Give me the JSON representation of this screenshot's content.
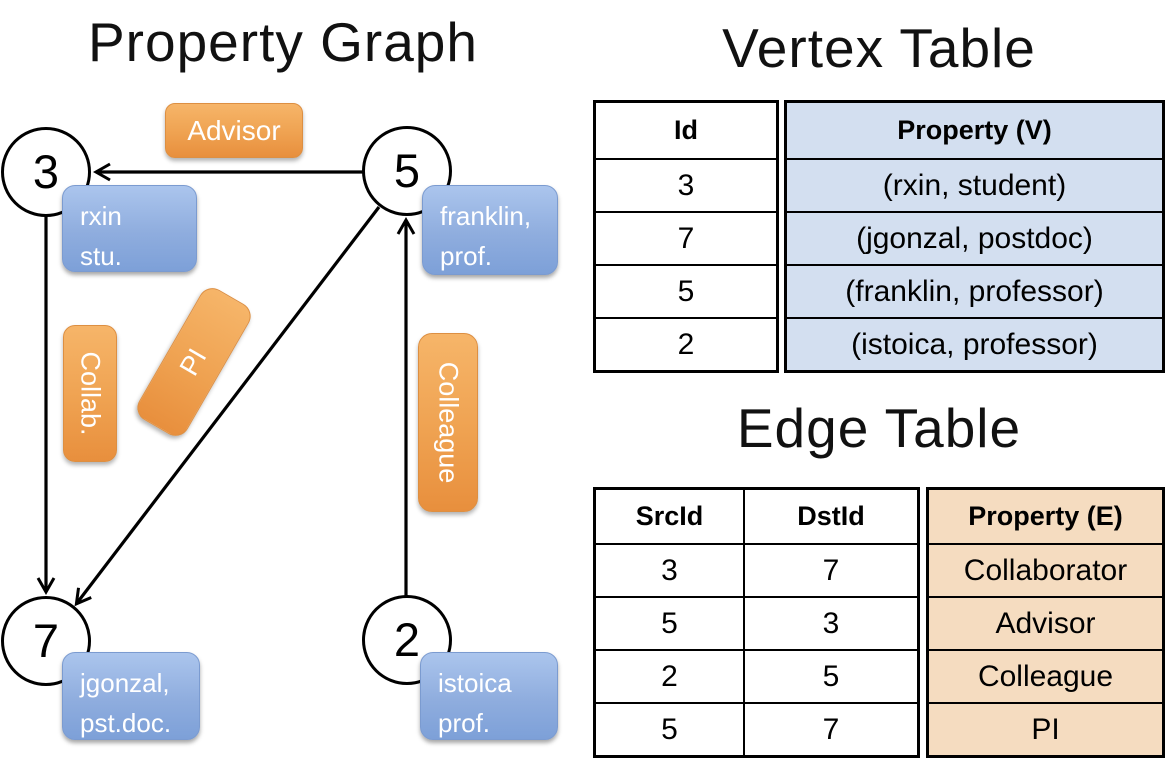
{
  "graph": {
    "title": "Property Graph",
    "nodes": [
      {
        "id": "3",
        "line1": "rxin",
        "line2": "stu."
      },
      {
        "id": "5",
        "line1": "franklin,",
        "line2": "prof."
      },
      {
        "id": "7",
        "line1": "jgonzal,",
        "line2": "pst.doc."
      },
      {
        "id": "2",
        "line1": "istoica",
        "line2": "prof."
      }
    ],
    "edge_labels": {
      "advisor": "Advisor",
      "collab": "Collab.",
      "pi": "PI",
      "colleague": "Colleague"
    }
  },
  "vertex_table": {
    "title": "Vertex Table",
    "columns": {
      "id": "Id",
      "property": "Property (V)"
    },
    "rows": [
      {
        "id": "3",
        "property": "(rxin, student)"
      },
      {
        "id": "7",
        "property": "(jgonzal, postdoc)"
      },
      {
        "id": "5",
        "property": "(franklin, professor)"
      },
      {
        "id": "2",
        "property": "(istoica, professor)"
      }
    ]
  },
  "edge_table": {
    "title": "Edge Table",
    "columns": {
      "src": "SrcId",
      "dst": "DstId",
      "property": "Property (E)"
    },
    "rows": [
      {
        "src": "3",
        "dst": "7",
        "property": "Collaborator"
      },
      {
        "src": "5",
        "dst": "3",
        "property": "Advisor"
      },
      {
        "src": "2",
        "dst": "5",
        "property": "Colleague"
      },
      {
        "src": "5",
        "dst": "7",
        "property": "PI"
      }
    ]
  },
  "colors": {
    "vertex_property_fill": "#d3dff0",
    "edge_property_fill": "#f5dcc0",
    "vertex_box_blue": "#8fadde",
    "edge_box_orange": "#efa251",
    "node_fill": "#ffffff",
    "line_black": "#000000"
  }
}
